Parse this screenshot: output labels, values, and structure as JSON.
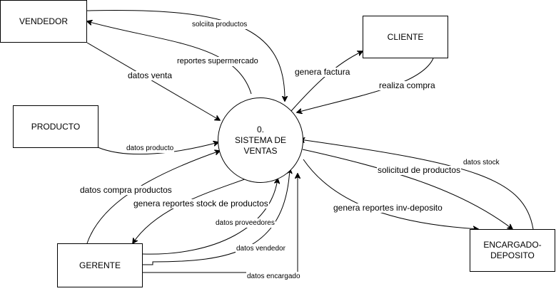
{
  "entities": {
    "vendedor": "VENDEDOR",
    "cliente": "CLIENTE",
    "producto": "PRODUCTO",
    "gerente": "GERENTE",
    "encargado": "ENCARGADO-\nDEPOSITO"
  },
  "process": {
    "label": "0.\nSISTEMA DE\nVENTAS"
  },
  "flows": {
    "solicita_productos": "solciita productos",
    "reportes_supermercado": "reportes supermercado",
    "datos_venta": "datos venta",
    "genera_factura": "genera factura",
    "realiza_compra": "realiza compra",
    "datos_producto": "datos producto",
    "datos_stock": "datos stock",
    "solicitud_productos": "solicitud de productos",
    "genera_reportes_inv": "genera reportes inv-deposito",
    "datos_compra_productos": "datos compra productos",
    "genera_reportes_stock": "genera reportes stock de productos",
    "datos_proveedores": "datos proveedores",
    "datos_vendedor": "datos vendedor",
    "datos_encargado": "datos encargado"
  }
}
